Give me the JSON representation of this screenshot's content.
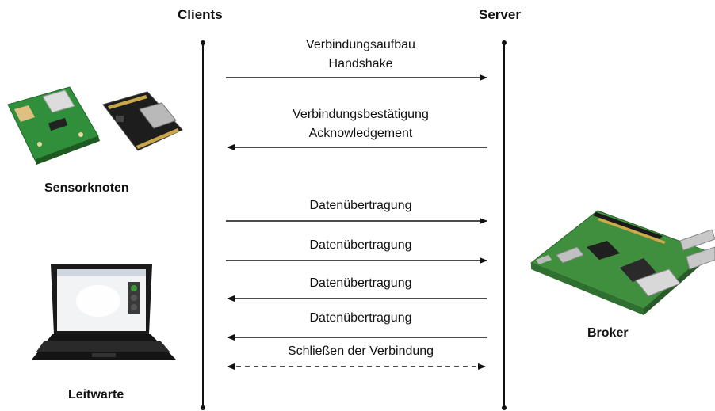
{
  "headers": {
    "clients": "Clients",
    "server": "Server"
  },
  "devices": {
    "sensor_label": "Sensorknoten",
    "laptop_label": "Leitwarte",
    "broker_label": "Broker"
  },
  "messages": [
    {
      "line1": "Verbindungsaufbau",
      "line2": "Handshake",
      "direction": "to-server",
      "style": "solid"
    },
    {
      "line1": "Verbindungsbestätigung",
      "line2": "Acknowledgement",
      "direction": "to-client",
      "style": "solid"
    },
    {
      "line1": "Datenübertragung",
      "direction": "to-server",
      "style": "solid"
    },
    {
      "line1": "Datenübertragung",
      "direction": "to-server",
      "style": "solid"
    },
    {
      "line1": "Datenübertragung",
      "direction": "to-client",
      "style": "solid"
    },
    {
      "line1": "Datenübertragung",
      "direction": "to-client",
      "style": "solid"
    },
    {
      "line1": "Schließen der Verbindung",
      "direction": "both",
      "style": "dashed"
    }
  ],
  "colors": {
    "line": "#111111",
    "pcb_green": "#2f8f3a",
    "pi_green": "#3f8f3f"
  }
}
